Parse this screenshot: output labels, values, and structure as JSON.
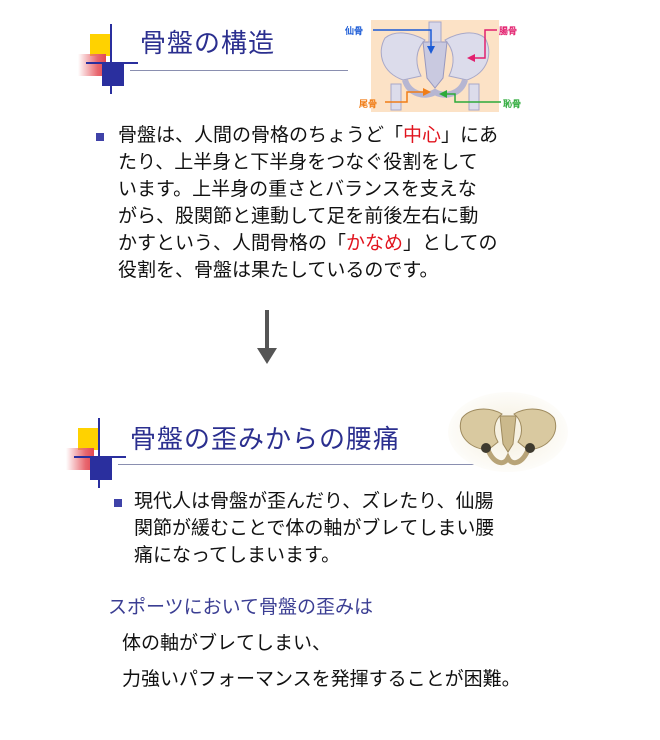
{
  "section1": {
    "title": "骨盤の構造",
    "diagram_labels": {
      "sacrum": "仙骨",
      "ilium": "腸骨",
      "coccyx": "尾骨",
      "pubis": "恥骨"
    },
    "paragraph": [
      [
        {
          "text": "骨盤は、人間の骨格のちょうど「"
        },
        {
          "text": "中心",
          "red": true
        },
        {
          "text": "」にあ"
        }
      ],
      [
        {
          "text": "たり、上半身と下半身をつなぐ役割をして"
        }
      ],
      [
        {
          "text": "います。上半身の重さとバランスを支えな"
        }
      ],
      [
        {
          "text": "がら、股関節と連動して足を前後左右に動"
        }
      ],
      [
        {
          "text": "かすという、人間骨格の「"
        },
        {
          "text": "かなめ",
          "red": true
        },
        {
          "text": "」としての"
        }
      ],
      [
        {
          "text": "役割を、骨盤は果たしているのです。"
        }
      ]
    ]
  },
  "section2": {
    "title": "骨盤の歪みからの腰痛",
    "paragraph": [
      "現代人は骨盤が歪んだり、ズレたり、仙腸",
      "関節が緩むことで体の軸がブレてしまい腰",
      "痛になってしまいます。"
    ],
    "subhead": "スポーツにおいて骨盤の歪みは",
    "line1": "体の軸がブレてしまい、",
    "line2": "力強いパフォーマンスを発揮することが困難。"
  },
  "colors": {
    "title": "#2B2F8F",
    "emphasis": "#E1141E",
    "bullet": "#3F42A8",
    "subhead": "#3B3E93"
  },
  "icons": {
    "arrow": "down-arrow-icon",
    "emblem": "title-emblem-icon"
  }
}
